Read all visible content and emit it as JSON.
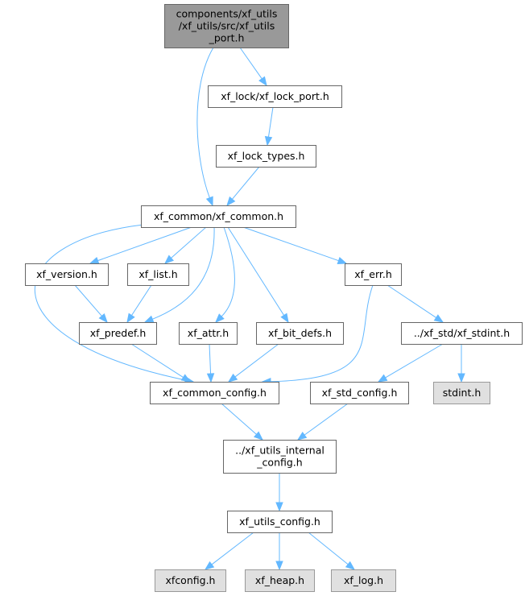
{
  "diagram": {
    "colors": {
      "root_fill": "#999999",
      "root_border": "#666666",
      "node_fill": "#ffffff",
      "node_border": "#666666",
      "external_fill": "#e0e0e0",
      "external_border": "#999999",
      "edge": "#63b8ff"
    },
    "nodes": [
      {
        "id": "root",
        "kind": "root",
        "lines": [
          "components/xf_utils",
          "/xf_utils/src/xf_utils",
          "_port.h"
        ]
      },
      {
        "id": "lock_port",
        "kind": "file",
        "lines": [
          "xf_lock/xf_lock_port.h"
        ]
      },
      {
        "id": "lock_types",
        "kind": "file",
        "lines": [
          "xf_lock_types.h"
        ]
      },
      {
        "id": "common",
        "kind": "file",
        "lines": [
          "xf_common/xf_common.h"
        ]
      },
      {
        "id": "version",
        "kind": "file",
        "lines": [
          "xf_version.h"
        ]
      },
      {
        "id": "list",
        "kind": "file",
        "lines": [
          "xf_list.h"
        ]
      },
      {
        "id": "err",
        "kind": "file",
        "lines": [
          "xf_err.h"
        ]
      },
      {
        "id": "predef",
        "kind": "file",
        "lines": [
          "xf_predef.h"
        ]
      },
      {
        "id": "attr",
        "kind": "file",
        "lines": [
          "xf_attr.h"
        ]
      },
      {
        "id": "bitdefs",
        "kind": "file",
        "lines": [
          "xf_bit_defs.h"
        ]
      },
      {
        "id": "stdint_std",
        "kind": "file",
        "lines": [
          "../xf_std/xf_stdint.h"
        ]
      },
      {
        "id": "common_config",
        "kind": "file",
        "lines": [
          "xf_common_config.h"
        ]
      },
      {
        "id": "std_config",
        "kind": "file",
        "lines": [
          "xf_std_config.h"
        ]
      },
      {
        "id": "stdint",
        "kind": "external",
        "lines": [
          "stdint.h"
        ]
      },
      {
        "id": "internal_config",
        "kind": "file",
        "lines": [
          "../xf_utils_internal",
          "_config.h"
        ]
      },
      {
        "id": "utils_config",
        "kind": "file",
        "lines": [
          "xf_utils_config.h"
        ]
      },
      {
        "id": "xfconfig",
        "kind": "external",
        "lines": [
          "xfconfig.h"
        ]
      },
      {
        "id": "heap",
        "kind": "external",
        "lines": [
          "xf_heap.h"
        ]
      },
      {
        "id": "log",
        "kind": "external",
        "lines": [
          "xf_log.h"
        ]
      }
    ],
    "edges": [
      {
        "from": "root",
        "to": "lock_port"
      },
      {
        "from": "root",
        "to": "common"
      },
      {
        "from": "lock_port",
        "to": "lock_types"
      },
      {
        "from": "lock_types",
        "to": "common"
      },
      {
        "from": "common",
        "to": "version"
      },
      {
        "from": "common",
        "to": "list"
      },
      {
        "from": "common",
        "to": "err"
      },
      {
        "from": "common",
        "to": "predef"
      },
      {
        "from": "common",
        "to": "attr"
      },
      {
        "from": "common",
        "to": "bitdefs"
      },
      {
        "from": "common",
        "to": "common_config"
      },
      {
        "from": "version",
        "to": "predef"
      },
      {
        "from": "list",
        "to": "predef"
      },
      {
        "from": "err",
        "to": "stdint_std"
      },
      {
        "from": "err",
        "to": "common_config"
      },
      {
        "from": "predef",
        "to": "common_config"
      },
      {
        "from": "attr",
        "to": "common_config"
      },
      {
        "from": "bitdefs",
        "to": "common_config"
      },
      {
        "from": "stdint_std",
        "to": "std_config"
      },
      {
        "from": "stdint_std",
        "to": "stdint"
      },
      {
        "from": "common_config",
        "to": "internal_config"
      },
      {
        "from": "std_config",
        "to": "internal_config"
      },
      {
        "from": "internal_config",
        "to": "utils_config"
      },
      {
        "from": "utils_config",
        "to": "xfconfig"
      },
      {
        "from": "utils_config",
        "to": "heap"
      },
      {
        "from": "utils_config",
        "to": "log"
      }
    ]
  }
}
